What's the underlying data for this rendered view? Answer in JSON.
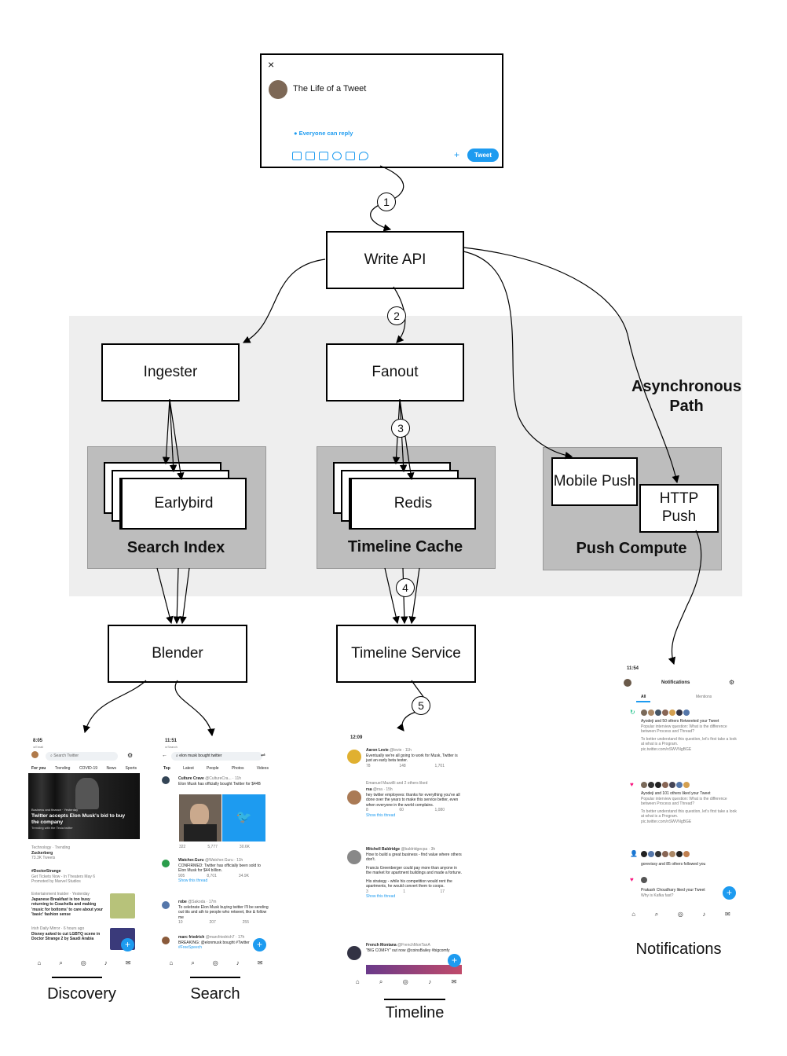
{
  "compose": {
    "close_glyph": "×",
    "prompt": "The Life of a Tweet",
    "reply_setting": "Everyone can reply",
    "add_glyph": "+",
    "tweet_button": "Tweet",
    "tool_icons": [
      "image-icon",
      "gif-icon",
      "poll-icon",
      "emoji-icon",
      "schedule-icon",
      "location-icon"
    ]
  },
  "steps": [
    "1",
    "2",
    "3",
    "4",
    "5"
  ],
  "nodes": {
    "write_api": "Write API",
    "ingester": "Ingester",
    "fanout": "Fanout",
    "earlybird": "Earlybird",
    "redis": "Redis",
    "mobile_push": "Mobile Push",
    "http_push": "HTTP Push",
    "blender": "Blender",
    "timeline_service": "Timeline Service"
  },
  "clusters": {
    "search_index": "Search Index",
    "timeline_cache": "Timeline Cache",
    "push_compute": "Push Compute"
  },
  "async_label": "Asynchronous Path",
  "captions": {
    "discovery": "Discovery",
    "search": "Search",
    "timeline": "Timeline",
    "notifications": "Notifications"
  },
  "discovery": {
    "time": "8:05",
    "back": "◂ Email",
    "search_placeholder": "Search Twitter",
    "tabs": [
      "For you",
      "Trending",
      "COVID-19",
      "News",
      "Sports"
    ],
    "hero_meta": "Business and finance · Yesterday",
    "hero_title": "Twitter accepts Elon Musk's bid to buy the company",
    "hero_sub": "Trending with the Tesla twitter",
    "trend1_meta": "Technology · Trending",
    "trend1_name": "Zuckerberg",
    "trend1_count": "73.3K Tweets",
    "trend2_name": "#DoctorStrange",
    "trend2_sub": "Get Tickets Now - In Theaters May 6",
    "trend2_promo": "Promoted by Marvel Studios",
    "story1_meta": "Entertainment Insider · Yesterday",
    "story1_text": "Japanese Breakfast is too busy returning to Coachella and making 'music for bottoms' to care about your 'basic' fashion sense",
    "story2_meta": "Irish Daily Mirror · 6 hours ago",
    "story2_text": "Disney asked to cut LGBTQ scene in Doctor Strange 2 by Saudi Arabia"
  },
  "search": {
    "time": "11:51",
    "back": "◂ Search",
    "query": "elon musk bought twitter",
    "tabs": [
      "Top",
      "Latest",
      "People",
      "Photos",
      "Videos"
    ],
    "t1_author": "Culture Crave",
    "t1_handle": "@CultureCra... · 11h",
    "t1_text": "Elon Musk has officially bought Twitter for $44B",
    "t1_stats": [
      "322",
      "5,777",
      "30.6K"
    ],
    "t2_author": "Watcher.Guru",
    "t2_handle": "@Watcher.Guru · 11h",
    "t2_text": "CONFIRMED: Twitter has officially been sold to Elon Musk for $44 billion.",
    "t2_stats": [
      "905",
      "8,701",
      "34.9K"
    ],
    "show_thread": "Show this thread",
    "t3_author": "robe",
    "t3_handle": "@Sakoda · 17m",
    "t3_text": "To celebrate Elon Musk buying twitter I'll be sending out tits and ath to people who retweet, like & follow me",
    "t3_stats": [
      "10",
      "207",
      "255"
    ],
    "t4_author": "marc friedrich",
    "t4_handle": "@marcfriedrich7 · 17h",
    "t4_text": "BREAKING: @elonmusk bought #Twitter",
    "t4_tag": "#FreeSpeech"
  },
  "timeline": {
    "time": "12:09",
    "t1_author": "Aaron Levie",
    "t1_handle": "@levie · 11h",
    "t1_text": "Eventually we're all going to work for Musk, Twitter is just an early beta tester.",
    "t1_stats": [
      "78",
      "148",
      "1,701"
    ],
    "t2_context": "Emanuel Mazzilli and 2 others liked",
    "t2_author": "rsa",
    "t2_handle": "@rsa · 15h",
    "t2_text": "hey twitter employees: thanks for everything you've all done over the years to make this service better, even when everyone in the world complains.",
    "t2_stats": [
      "8",
      "60",
      "1,080"
    ],
    "show_thread": "Show this thread",
    "t3_author": "Mitchell Baldridge",
    "t3_handle": "@baldridgecpa · 3h",
    "t3_text1": "How to build a great business - find value where others don't.",
    "t3_text2": "Francis Greenberger could pay more than anyone in the market for apartment buildings and made a fortune.",
    "t3_text3": "His strategy - while his competition would rent the apartments, he would convert them to coops.",
    "t3_stats": [
      "3",
      "1",
      "17"
    ],
    "t4_author": "French Montana",
    "t4_handle": "@FrenchMonTanA",
    "t4_text": "\"BIG COMFY\" out now @coinsBailey #bigcomfy"
  },
  "notifications": {
    "time": "11:54",
    "title": "Notifications",
    "tabs": [
      "All",
      "Mentions"
    ],
    "n1_text": "Ayodeji and 50 others Retweeted your Tweet",
    "n1_quote1": "Popular interview question: What is the difference between Process and Thread?",
    "n1_quote2": "To better understand this question, let's first take a look at what is a Program.",
    "n1_link": "pic.twitter.com/nSWVNgBGE",
    "n2_text": "Ayodeji and 101 others liked your Tweet",
    "n2_quote1": "Popular interview question: What is the difference between Process and Thread?",
    "n2_quote2": "To better understand this question, let's first take a look at what is a Program.",
    "n2_link": "pic.twitter.com/nSWVNgBGE",
    "n3_text": "gorevissy and 85 others followed you",
    "n4_text": "Prakash Choudhary liked your Tweet",
    "n4_quote": "Why is Kafka fast?"
  },
  "fab_glyph": "+",
  "colors": {
    "twitter_blue": "#1d9bf0",
    "cluster_gray": "#bdbdbd",
    "band_gray": "#eeeeee",
    "like_pink": "#f91880",
    "retweet_green": "#00ba7c"
  }
}
